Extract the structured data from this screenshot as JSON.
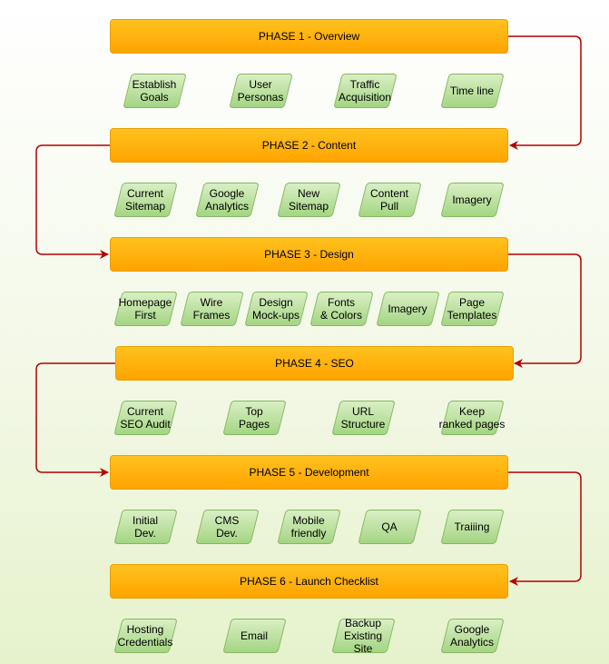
{
  "colors": {
    "phase": "#ffb300",
    "task": "#b9e09a",
    "connector": "#b20000"
  },
  "phases": [
    {
      "title": "PHASE 1 - Overview",
      "tasks": [
        "Establish\nGoals",
        "User\nPersonas",
        "Traffic\nAcquisition",
        "Time line"
      ]
    },
    {
      "title": "PHASE 2 - Content",
      "tasks": [
        "Current\nSitemap",
        "Google\nAnalytics",
        "New\nSitemap",
        "Content\nPull",
        "Imagery"
      ]
    },
    {
      "title": "PHASE 3 - Design",
      "tasks": [
        "Homepage\nFirst",
        "Wire\nFrames",
        "Design\nMock-ups",
        "Fonts\n& Colors",
        "Imagery",
        "Page\nTemplates"
      ]
    },
    {
      "title": "PHASE 4 - SEO",
      "tasks": [
        "Current\nSEO Audit",
        "Top\nPages",
        "URL\nStructure",
        "Keep\nranked pages"
      ]
    },
    {
      "title": "PHASE 5 - Development",
      "tasks": [
        "Initial\nDev.",
        "CMS\nDev.",
        "Mobile\nfriendly",
        "QA",
        "Traiiing"
      ]
    },
    {
      "title": "PHASE 6 - Launch Checklist",
      "tasks": [
        "Hosting\nCredentials",
        "Email",
        "Backup\nExisting\nSite",
        "Google\nAnalytics"
      ]
    }
  ]
}
